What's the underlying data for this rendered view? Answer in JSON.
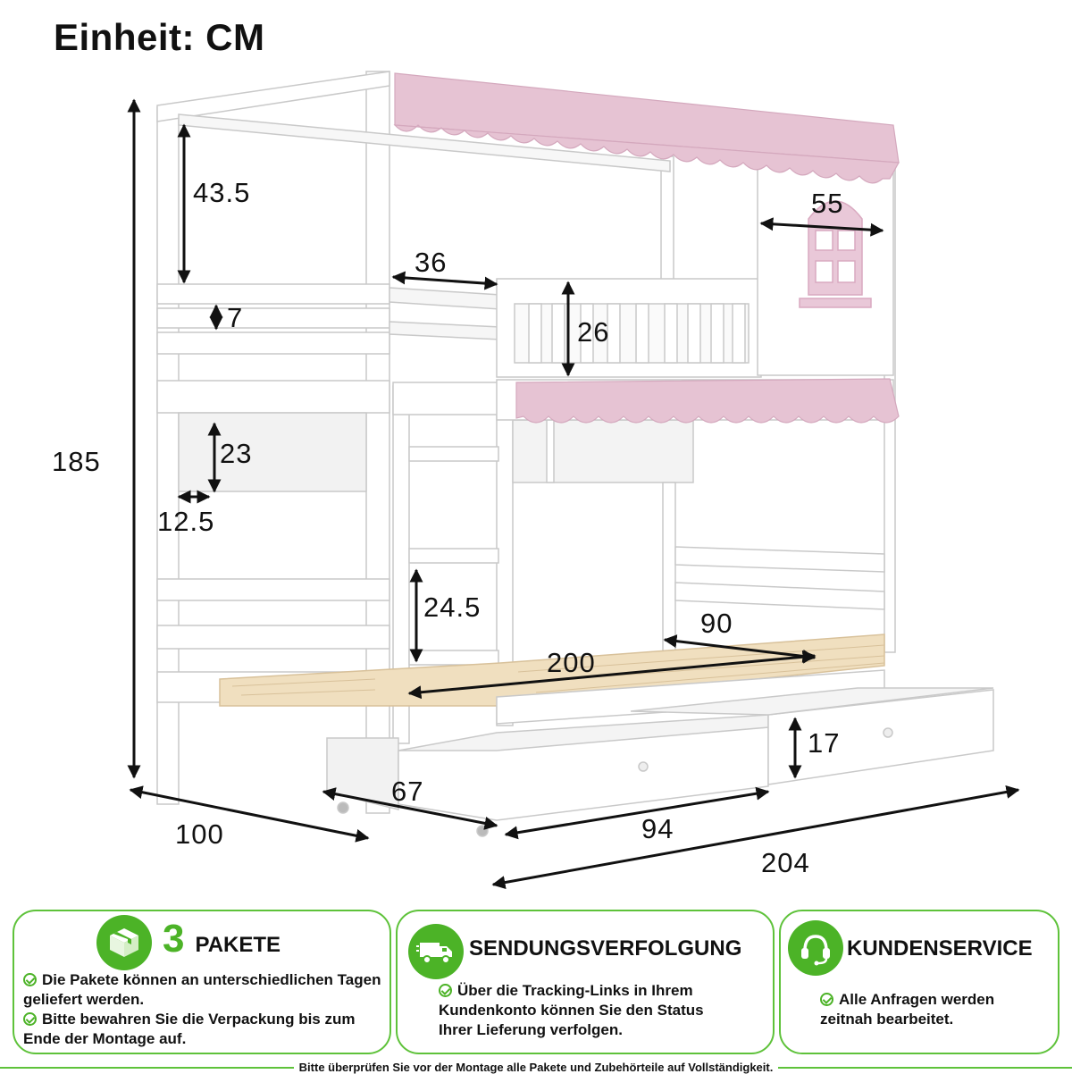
{
  "header": {
    "unit_label": "Einheit: CM"
  },
  "dimensions": {
    "height_total": "185",
    "upper_opening": "43.5",
    "rail_height_small": "7",
    "shelf_height": "23",
    "shelf_depth": "12.5",
    "ladder_step": "24.5",
    "guard_opening": "36",
    "guard_height": "26",
    "window_width": "55",
    "mattress_width": "90",
    "mattress_length": "200",
    "drawer_height": "17",
    "drawer_depth": "67",
    "drawer_width": "94",
    "bed_width": "100",
    "bed_length": "204"
  },
  "colors": {
    "accent_green": "#4cb327",
    "roof_pink": "#e6c3d3",
    "wood": "#f0dfbf"
  },
  "panels": [
    {
      "icon": "package-icon",
      "number": "3",
      "heading": "PAKETE",
      "bullets": [
        "Die Pakete können an unterschiedlichen Tagen geliefert werden.",
        "Bitte bewahren Sie die Verpackung bis zum Ende der Montage auf."
      ]
    },
    {
      "icon": "delivery-truck-icon",
      "heading": "SENDUNGSVERFOLGUNG",
      "bullets": [
        "Über die Tracking-Links in Ihrem Kundenkonto können Sie den Status Ihrer Lieferung verfolgen."
      ]
    },
    {
      "icon": "headset-icon",
      "heading": "KUNDENSERVICE",
      "bullets": [
        "Alle Anfragen werden zeitnah bearbeitet."
      ]
    }
  ],
  "footer": {
    "note": "Bitte überprüfen Sie vor der Montage alle Pakete und Zubehörteile auf Vollständigkeit."
  }
}
